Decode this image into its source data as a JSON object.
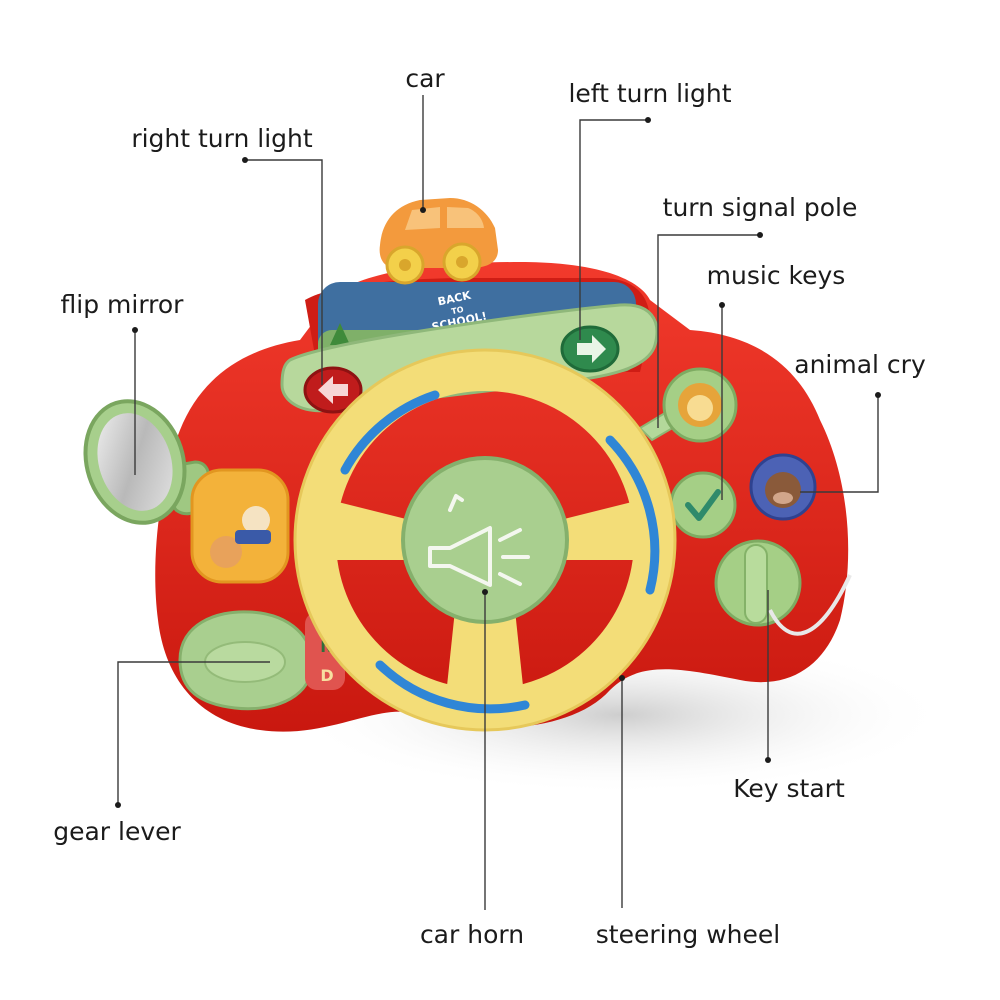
{
  "labels": {
    "car": "car",
    "left_turn_light": "left turn light",
    "right_turn_light": "right turn light",
    "turn_signal_pole": "turn signal pole",
    "music_keys": "music keys",
    "flip_mirror": "flip mirror",
    "animal_cry": "animal cry",
    "gear_lever": "gear lever",
    "key_start": "Key start",
    "car_horn": "car horn",
    "steering_wheel": "steering wheel"
  },
  "screen_sign": {
    "line1": "BACK",
    "line2": "TO",
    "line3": "SCHOOL!"
  },
  "gear_letters": [
    "D",
    "N"
  ],
  "colors": {
    "body_red": "#e0231e",
    "wheel_yellow": "#f6e27a",
    "stripe_blue": "#2f86d6",
    "button_green": "#a9cf8f",
    "car_orange": "#f39a3d",
    "screen_blue": "#3f6fa0"
  }
}
